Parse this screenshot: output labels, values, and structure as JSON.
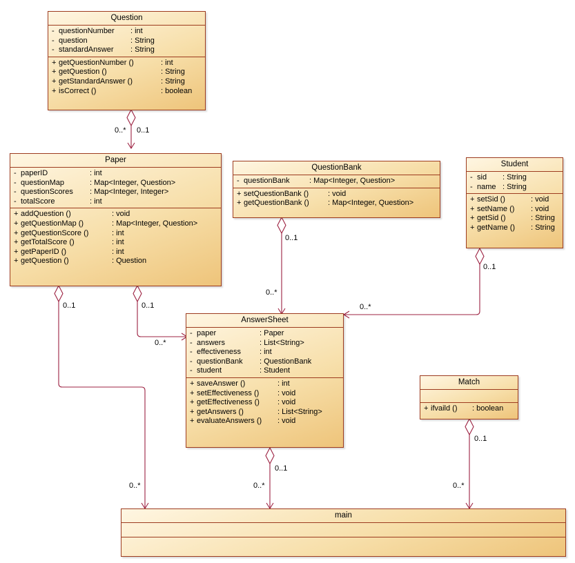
{
  "classes": {
    "question": {
      "name": "Question",
      "attributes": [
        {
          "vis": "-",
          "name": "questionNumber",
          "type": ": int"
        },
        {
          "vis": "-",
          "name": "question",
          "type": ": String"
        },
        {
          "vis": "-",
          "name": "standardAnswer",
          "type": ": String"
        }
      ],
      "methods": [
        {
          "vis": "+",
          "name": "getQuestionNumber ()",
          "type": ": int"
        },
        {
          "vis": "+",
          "name": "getQuestion ()",
          "type": ": String"
        },
        {
          "vis": "+",
          "name": "getStandardAnswer ()",
          "type": ": String"
        },
        {
          "vis": "+",
          "name": "isCorrect ()",
          "type": ": boolean"
        }
      ]
    },
    "paper": {
      "name": "Paper",
      "attributes": [
        {
          "vis": "-",
          "name": "paperID",
          "type": ": int"
        },
        {
          "vis": "-",
          "name": "questionMap",
          "type": ": Map<Integer, Question>"
        },
        {
          "vis": "-",
          "name": "questionScores",
          "type": ": Map<Integer, Integer>"
        },
        {
          "vis": "-",
          "name": "totalScore",
          "type": ": int"
        }
      ],
      "methods": [
        {
          "vis": "+",
          "name": "addQuestion ()",
          "type": ": void"
        },
        {
          "vis": "+",
          "name": "getQuestionMap ()",
          "type": ": Map<Integer, Question>"
        },
        {
          "vis": "+",
          "name": "getQuestionScore ()",
          "type": ": int"
        },
        {
          "vis": "+",
          "name": "getTotalScore ()",
          "type": ": int"
        },
        {
          "vis": "+",
          "name": "getPaperID ()",
          "type": ": int"
        },
        {
          "vis": "+",
          "name": "getQuestion ()",
          "type": ": Question"
        }
      ]
    },
    "questionbank": {
      "name": "QuestionBank",
      "attributes": [
        {
          "vis": "-",
          "name": "questionBank",
          "type": ": Map<Integer, Question>"
        }
      ],
      "methods": [
        {
          "vis": "+",
          "name": "setQuestionBank ()",
          "type": ": void"
        },
        {
          "vis": "+",
          "name": "getQuestionBank ()",
          "type": ": Map<Integer, Question>"
        }
      ]
    },
    "student": {
      "name": "Student",
      "attributes": [
        {
          "vis": "-",
          "name": "sid",
          "type": ": String"
        },
        {
          "vis": "-",
          "name": "name",
          "type": ": String"
        }
      ],
      "methods": [
        {
          "vis": "+",
          "name": "setSid ()",
          "type": ": void"
        },
        {
          "vis": "+",
          "name": "setName ()",
          "type": ": void"
        },
        {
          "vis": "+",
          "name": "getSid ()",
          "type": ": String"
        },
        {
          "vis": "+",
          "name": "getName ()",
          "type": ": String"
        }
      ]
    },
    "answersheet": {
      "name": "AnswerSheet",
      "attributes": [
        {
          "vis": "-",
          "name": "paper",
          "type": ": Paper"
        },
        {
          "vis": "-",
          "name": "answers",
          "type": ": List<String>"
        },
        {
          "vis": "-",
          "name": "effectiveness",
          "type": ": int"
        },
        {
          "vis": "-",
          "name": "questionBank",
          "type": ": QuestionBank"
        },
        {
          "vis": "-",
          "name": "student",
          "type": ": Student"
        }
      ],
      "methods": [
        {
          "vis": "+",
          "name": "saveAnswer ()",
          "type": ": int"
        },
        {
          "vis": "+",
          "name": "setEffectiveness ()",
          "type": ": void"
        },
        {
          "vis": "+",
          "name": "getEffectiveness ()",
          "type": ": void"
        },
        {
          "vis": "+",
          "name": "getAnswers ()",
          "type": ": List<String>"
        },
        {
          "vis": "+",
          "name": "evaluateAnswers ()",
          "type": ": void"
        }
      ]
    },
    "match": {
      "name": "Match",
      "attributes": [],
      "methods": [
        {
          "vis": "+",
          "name": "ifvaild ()",
          "type": ": boolean"
        }
      ]
    },
    "main": {
      "name": "main",
      "attributes": [],
      "methods": []
    }
  },
  "multiplicities": {
    "question_paper_many": "0..*",
    "question_paper_one": "0..1",
    "questionbank_sheet_one": "0..1",
    "questionbank_sheet_many": "0..*",
    "student_sheet_one": "0..1",
    "student_sheet_many": "0..*",
    "paper_sheet_one": "0..1",
    "paper_sheet_many": "0..*",
    "paper_main_one": "0..1",
    "paper_main_many": "0..*",
    "sheet_main_one": "0..1",
    "sheet_main_many": "0..*",
    "match_main_one": "0..1",
    "match_main_many": "0..*"
  }
}
